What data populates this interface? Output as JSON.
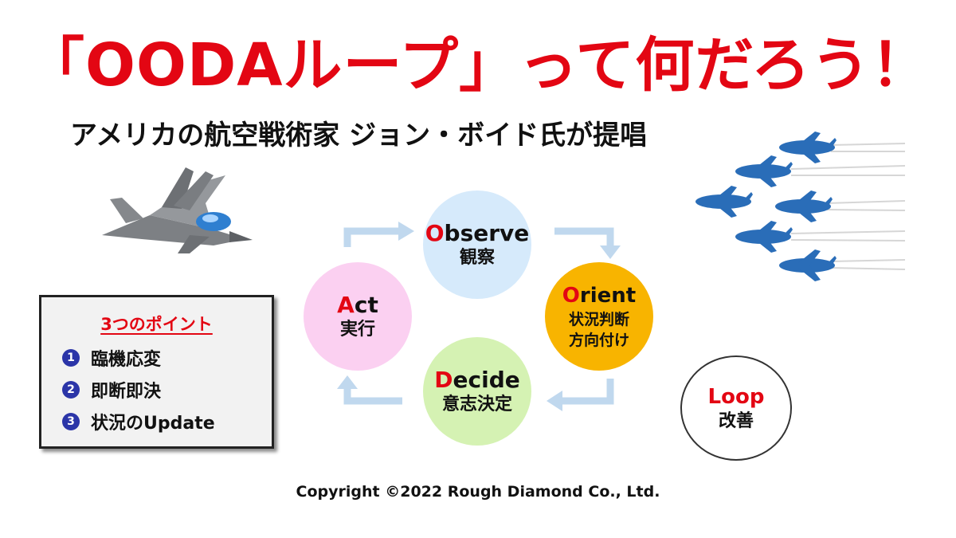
{
  "title": "「OODAループ」って何だろう！",
  "subtitle": "アメリカの航空戦術家 ジョン・ボイド氏が提唱",
  "cycle": {
    "observe": {
      "initial": "O",
      "rest": "bserve",
      "jp": "観察"
    },
    "orient": {
      "initial": "O",
      "rest": "rient",
      "jp_line1": "状況判断",
      "jp_line2": "方向付け"
    },
    "decide": {
      "initial": "D",
      "rest": "ecide",
      "jp": "意志決定"
    },
    "act": {
      "initial": "A",
      "rest": "ct",
      "jp": "実行"
    }
  },
  "points": {
    "title": "3つのポイント",
    "items": [
      {
        "num": "1",
        "text": "臨機応変"
      },
      {
        "num": "2",
        "text": "即断即決"
      },
      {
        "num": "3",
        "text": "状況のUpdate"
      }
    ]
  },
  "loop": {
    "en": "Loop",
    "jp": "改善"
  },
  "copyright": "Copyright ©2022 Rough Diamond Co., Ltd.",
  "colors": {
    "title": "#e30613",
    "observe": "#d6eafb",
    "orient": "#f8b400",
    "decide": "#d5f2b3",
    "act": "#fbd0f1",
    "arrow": "#c0d8ee",
    "blue_jet": "#2a6db8",
    "gray_jet": "#8a8d91"
  },
  "icons": [
    "fighter-jet-gray",
    "blue-jets-formation",
    "cycle-arrow"
  ]
}
